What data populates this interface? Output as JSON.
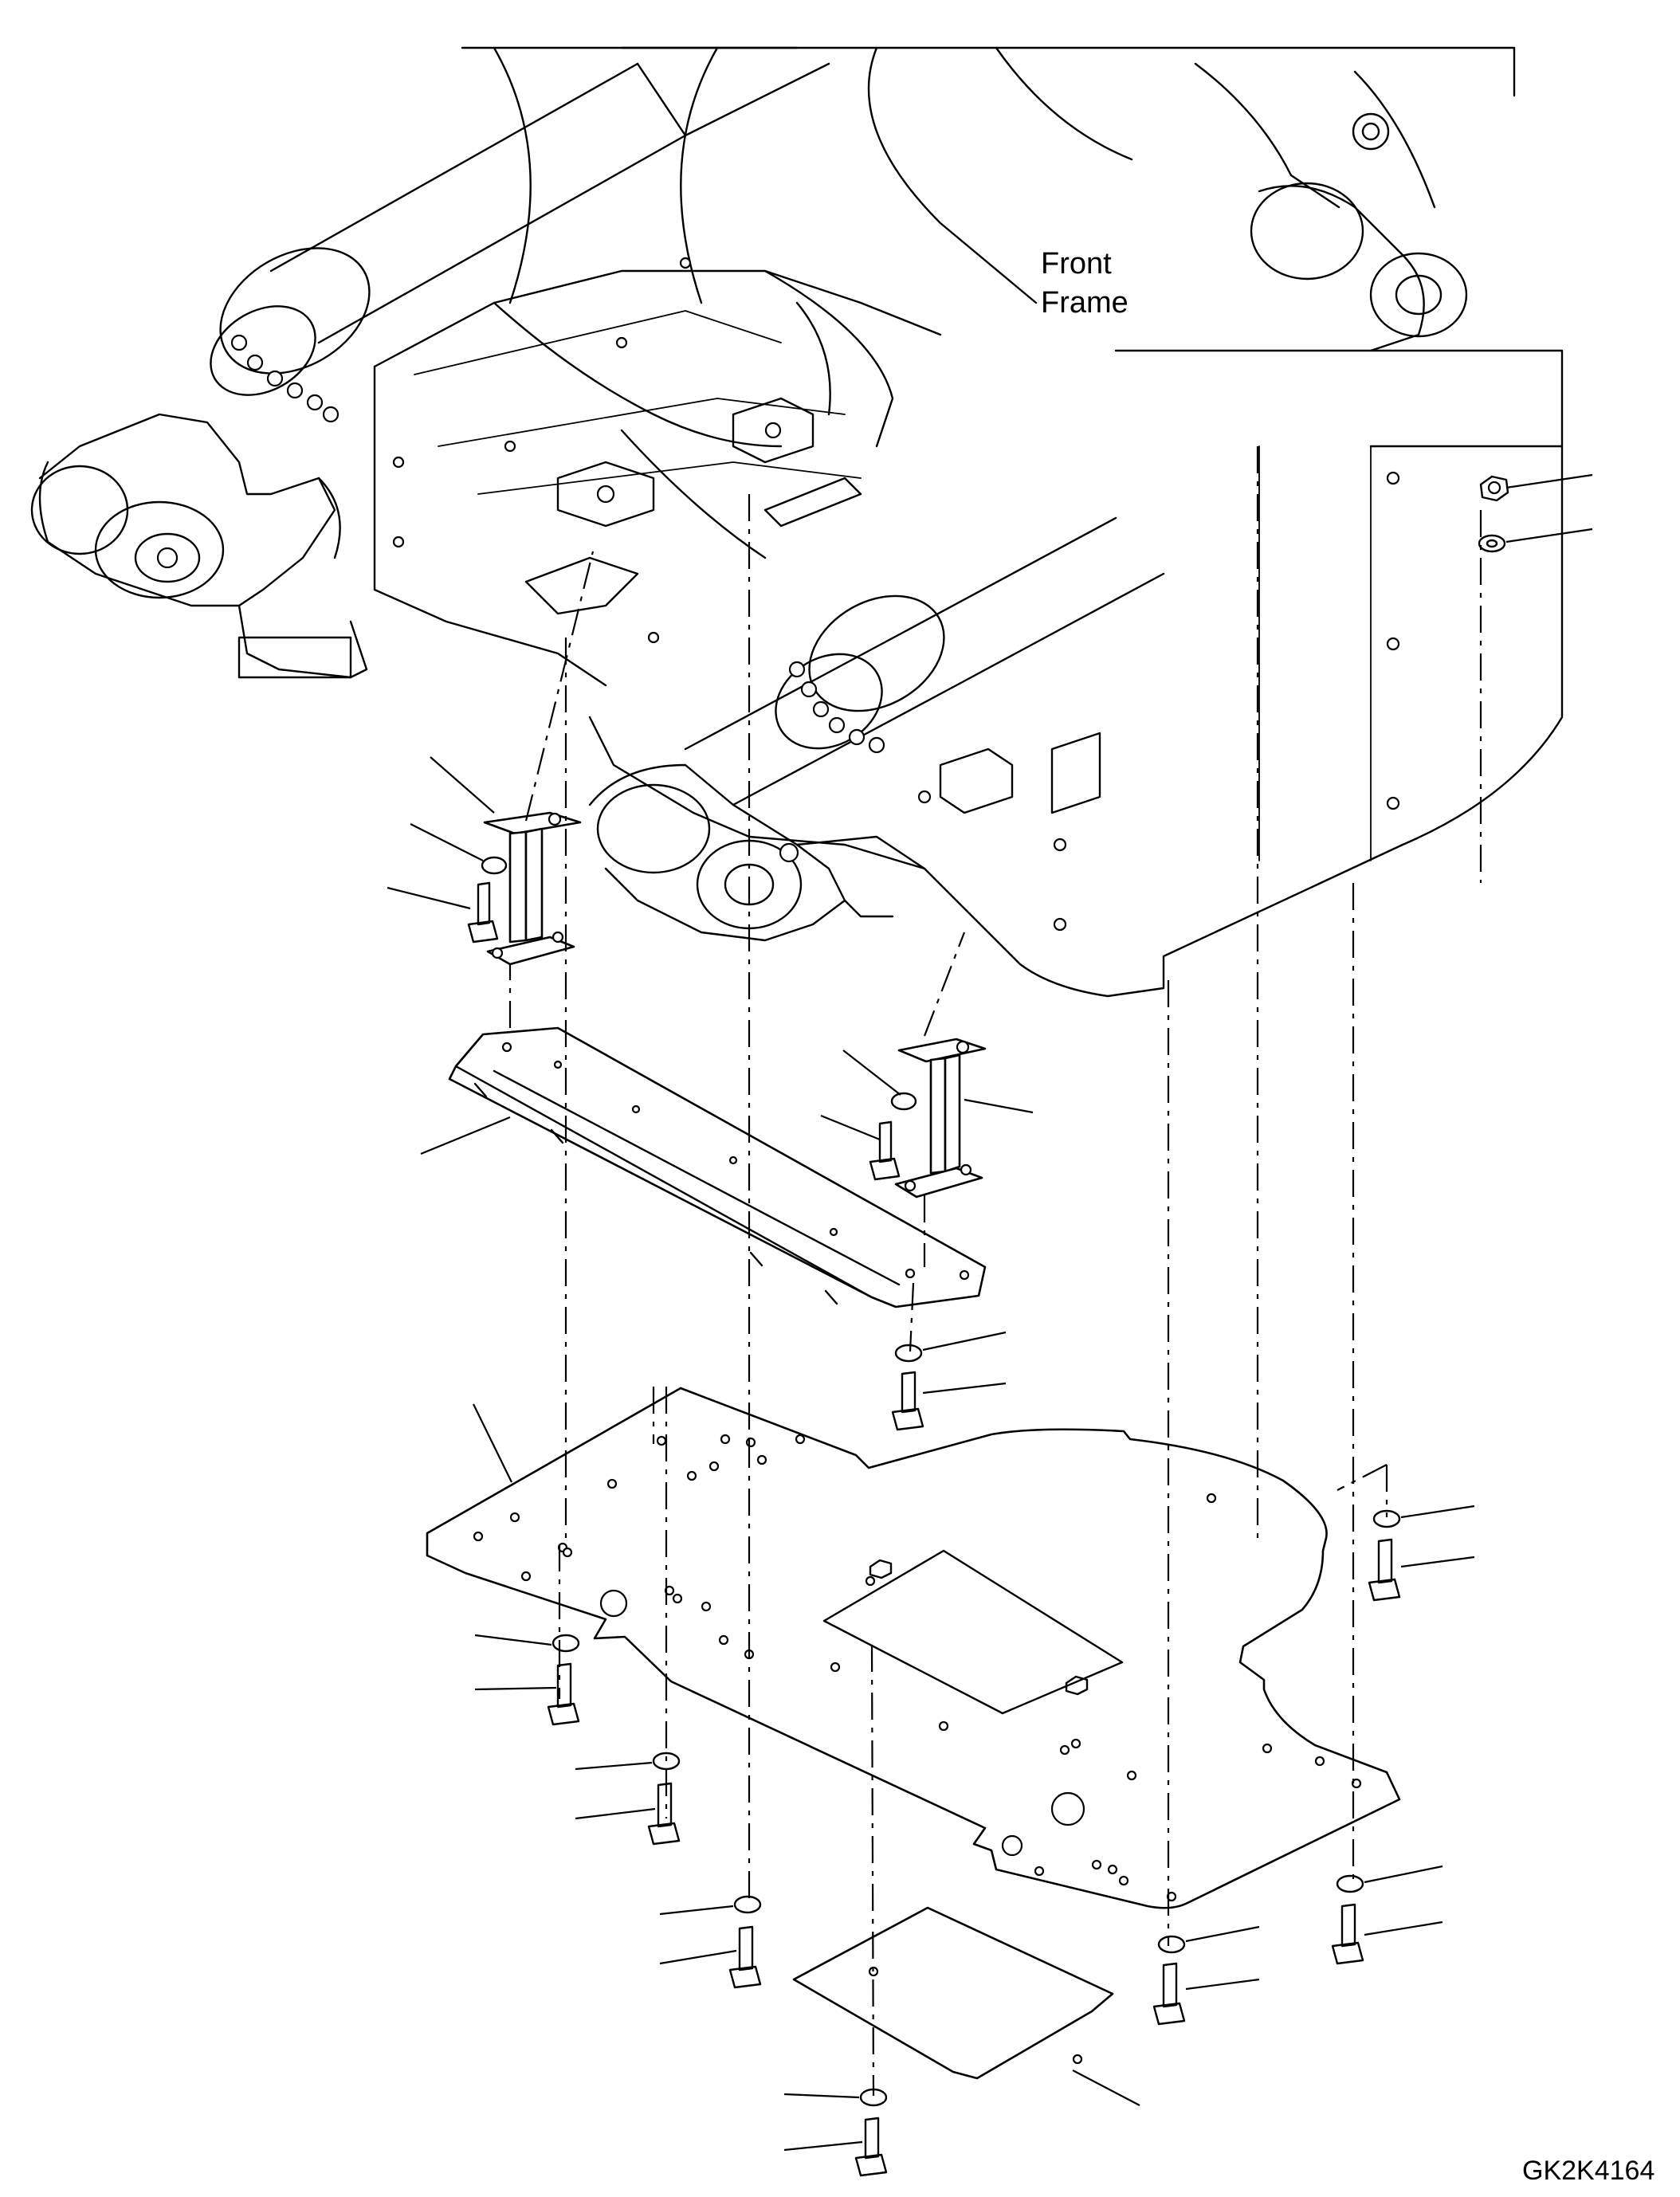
{
  "diagram": {
    "callout_front_frame": "Front\nFrame",
    "callout_front_frame_line1": "Front",
    "callout_front_frame_line2": "Frame",
    "drawing_code": "GK2K4164"
  }
}
